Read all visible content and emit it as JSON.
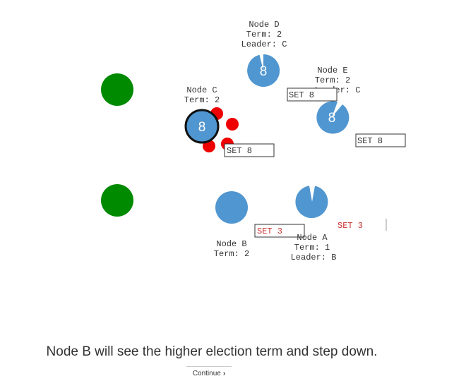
{
  "colors": {
    "node_blue": "#5096d0",
    "client_green": "#008a00",
    "message_red": "#ee0000",
    "leader_outline": "#111111",
    "label_text": "#333333",
    "red_text": "#cc3333"
  },
  "nodes": {
    "d": {
      "name": "Node D",
      "term": "Term: 2",
      "leader": "Leader: C",
      "value": "8"
    },
    "e": {
      "name": "Node E",
      "term": "Term: 2",
      "leader": "Leader: C",
      "value": "8"
    },
    "c": {
      "name": "Node C",
      "term": "Term: 2",
      "value": "8"
    },
    "b": {
      "name": "Node B",
      "term": "Term: 2"
    },
    "a": {
      "name": "Node A",
      "term": "Term: 1",
      "leader": "Leader: B"
    }
  },
  "logs": {
    "d_entry": "SET 8",
    "e_entry": "SET 8",
    "c_entry": "SET 8",
    "b_entry": "SET 3",
    "a_entry": "SET 3"
  },
  "caption": "Node B will see the higher election term and step down.",
  "continue_label": "Continue",
  "continue_icon": "chevron-right-icon"
}
